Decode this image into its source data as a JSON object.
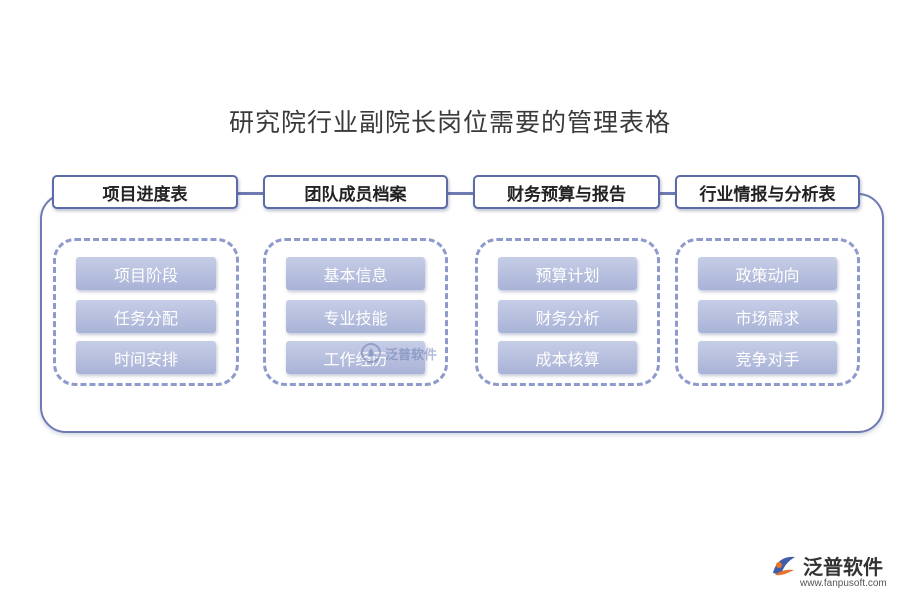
{
  "title": "研究院行业副院长岗位需要的管理表格",
  "categories": [
    {
      "label": "项目进度表",
      "items": [
        "项目阶段",
        "任务分配",
        "时间安排"
      ]
    },
    {
      "label": "团队成员档案",
      "items": [
        "基本信息",
        "专业技能",
        "工作经历"
      ]
    },
    {
      "label": "财务预算与报告",
      "items": [
        "预算计划",
        "财务分析",
        "成本核算"
      ]
    },
    {
      "label": "行业情报与分析表",
      "items": [
        "政策动向",
        "市场需求",
        "竞争对手"
      ]
    }
  ],
  "watermark": {
    "text": "泛普软件"
  },
  "logo": {
    "name": "泛普软件",
    "url": "www.fanpusoft.com"
  },
  "colors": {
    "border": "#6e7ab2",
    "dashed": "#8e9acb",
    "item_fill": "#b3bcde",
    "logo_orange": "#e8742a",
    "logo_blue": "#3f5ea8"
  }
}
